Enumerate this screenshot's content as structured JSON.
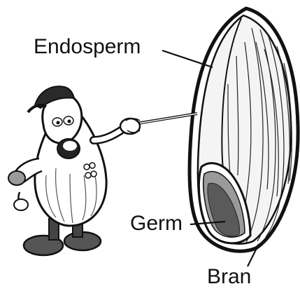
{
  "labels": {
    "endosperm": "Endosperm",
    "germ": "Germ",
    "bran": "Bran"
  },
  "colors": {
    "ink": "#111111",
    "light_fill": "#f2f2f2",
    "mid_gray": "#9a9a9a",
    "dark_gray": "#3a3a3a"
  }
}
